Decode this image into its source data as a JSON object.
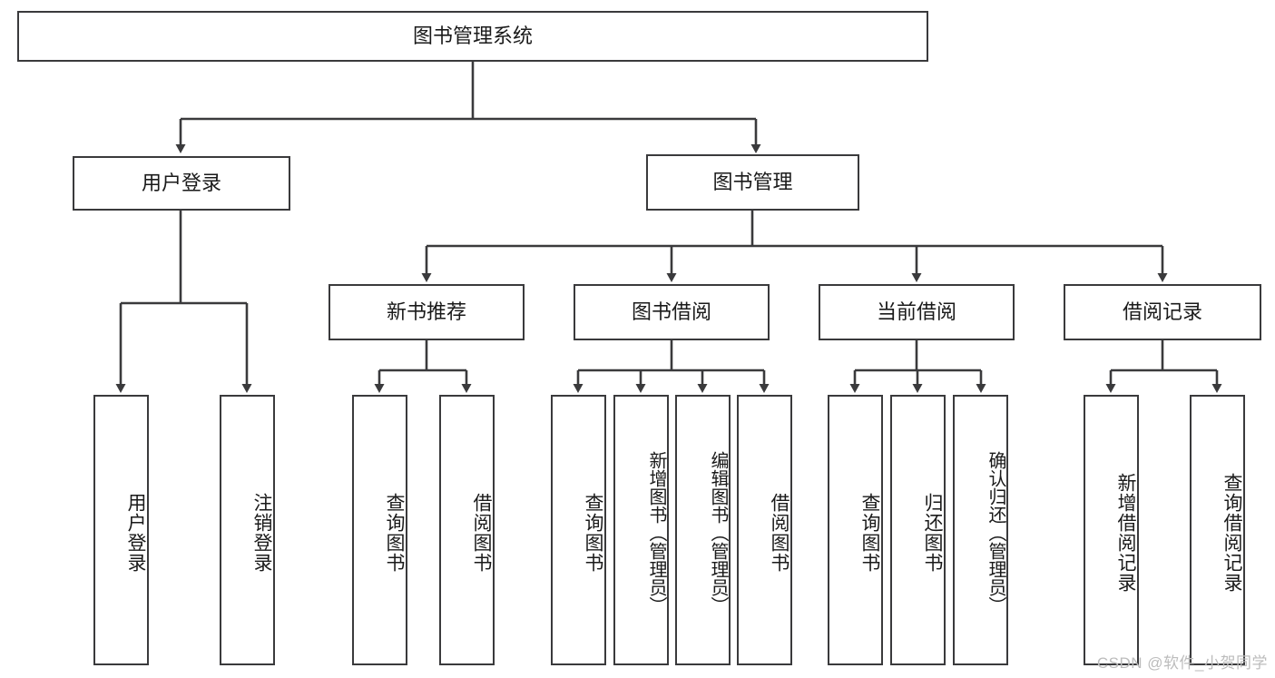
{
  "diagram": {
    "title": "图书管理系统",
    "type": "hierarchy-tree",
    "colors": {
      "background": "#ffffff",
      "box_border": "#3a3a3c",
      "box_fill": "#ffffff",
      "edge": "#3a3a3c",
      "text": "#1a1a1a",
      "watermark": "#bcbcbc"
    },
    "root": {
      "label": "图书管理系统"
    },
    "level1": [
      {
        "label": "用户登录"
      },
      {
        "label": "图书管理"
      }
    ],
    "level2": [
      {
        "label": "新书推荐"
      },
      {
        "label": "图书借阅"
      },
      {
        "label": "当前借阅"
      },
      {
        "label": "借阅记录"
      }
    ],
    "leaves": {
      "user_login": [
        {
          "label": "用户登录"
        },
        {
          "label": "注销登录"
        }
      ],
      "new_book_recommend": [
        {
          "label": "查询图书"
        },
        {
          "label": "借阅图书"
        }
      ],
      "book_borrow": [
        {
          "label": "查询图书"
        },
        {
          "label": "新增图书（管理员）"
        },
        {
          "label": "编辑图书（管理员）"
        },
        {
          "label": "借阅图书"
        }
      ],
      "current_borrow": [
        {
          "label": "查询图书"
        },
        {
          "label": "归还图书"
        },
        {
          "label": "确认归还（管理员）"
        }
      ],
      "borrow_record": [
        {
          "label": "新增借阅记录"
        },
        {
          "label": "查询借阅记录"
        }
      ]
    },
    "watermark": "CSDN @软件_小贺同学"
  }
}
